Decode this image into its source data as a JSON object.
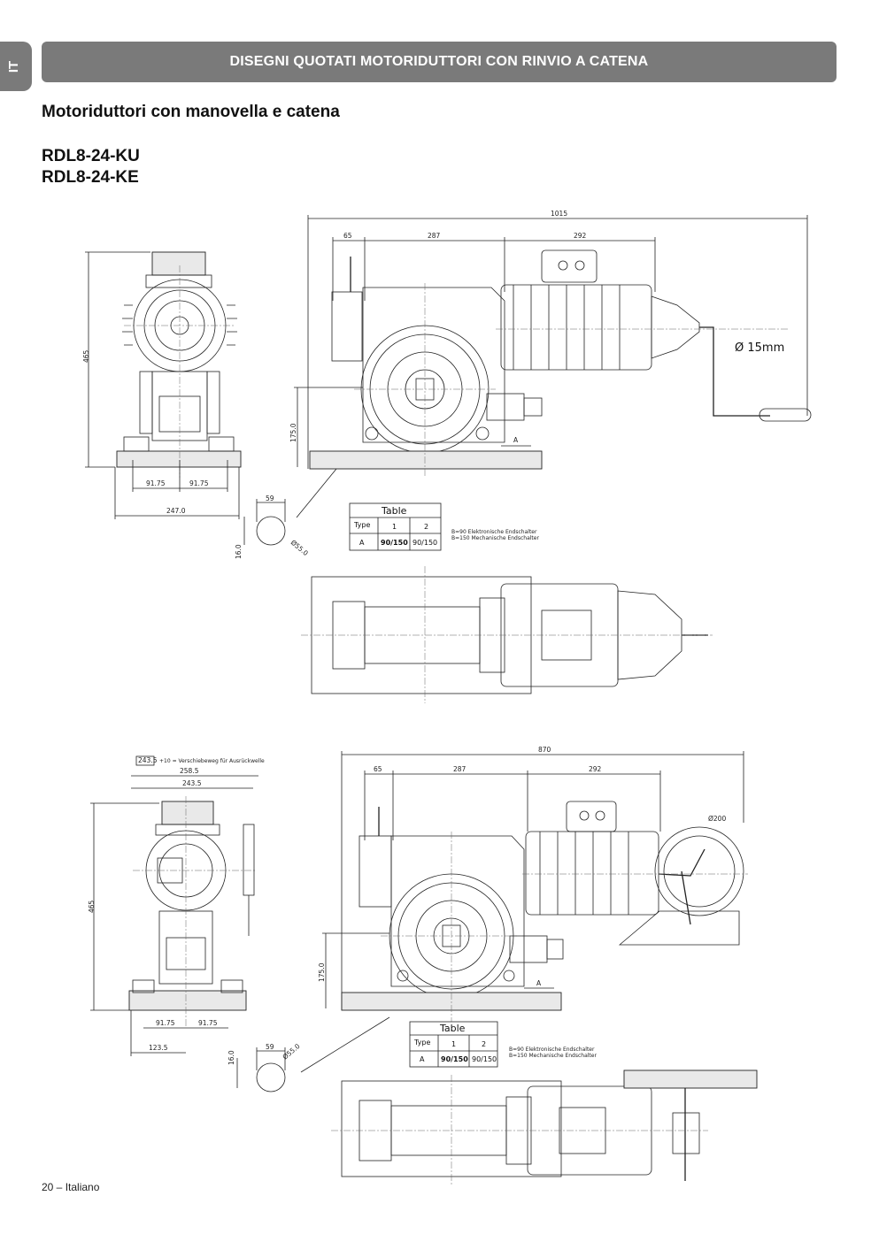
{
  "lang_tab": "IT",
  "header": "DISEGNI QUOTATI MOTORIDUTTORI CON RINVIO A CATENA",
  "subtitle": "Motoriduttori con manovella e catena",
  "models": [
    "RDL8-24-KU",
    "RDL8-24-KE"
  ],
  "footer": "20 – Italiano",
  "drawing1": {
    "dims": {
      "total": "1015",
      "d65": "65",
      "d287": "287",
      "d292": "292",
      "height": "465",
      "h175": "175.0",
      "w9175a": "91.75",
      "w9175b": "91.75",
      "w247": "247.0",
      "d59": "59",
      "h16": "16.0",
      "dia55": "Ø55.0",
      "a": "A"
    },
    "crank_label": "Ø 15mm",
    "table": {
      "title": "Table",
      "type": "Type",
      "c1": "1",
      "c2": "2",
      "row": "A",
      "v1": "90/150",
      "v2": "90/150"
    },
    "notes": [
      "B=90 Elektronische Endschalter",
      "B=150 Mechanische Endschalter"
    ]
  },
  "drawing2": {
    "dims": {
      "total": "870",
      "d65": "65",
      "d287": "287",
      "d292": "292",
      "height": "465",
      "h175": "175.0",
      "w2435box": "243.5",
      "plus10": "+10 = Verschiebeweg für Ausrückwelle",
      "w2585": "258.5",
      "w2435": "243.5",
      "w9175a": "91.75",
      "w9175b": "91.75",
      "w1235": "123.5",
      "d59": "59",
      "h16": "16.0",
      "dia55": "Ø55.0",
      "dia200": "Ø200",
      "a": "A"
    },
    "table": {
      "title": "Table",
      "type": "Type",
      "c1": "1",
      "c2": "2",
      "row": "A",
      "v1": "90/150",
      "v2": "90/150"
    },
    "notes": [
      "B=90 Elektronische Endschalter",
      "B=150 Mechanische Endschalter"
    ]
  }
}
